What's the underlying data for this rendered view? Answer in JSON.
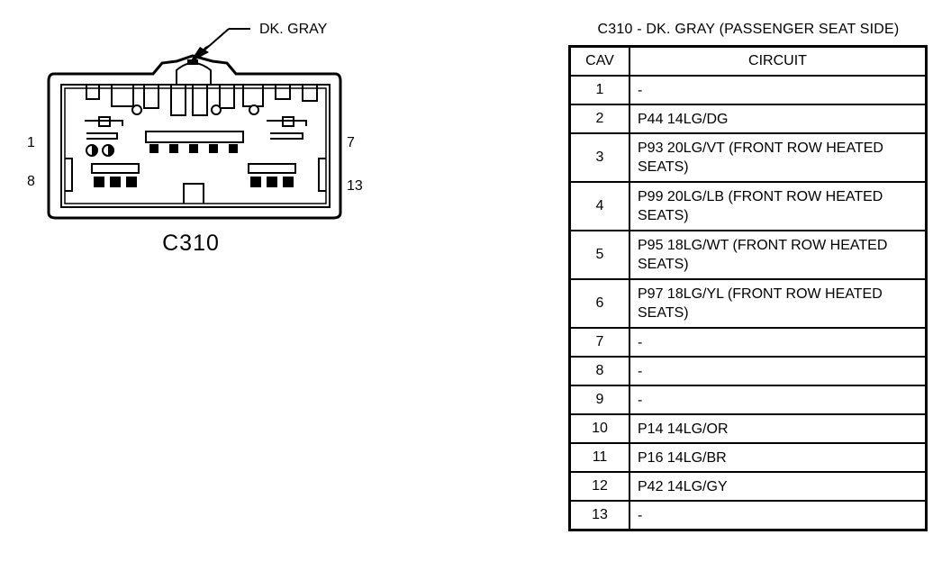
{
  "connector": {
    "label": "C310",
    "color_callout": "DK. GRAY",
    "pin_labels": {
      "top_left": "1",
      "top_right": "7",
      "bottom_left": "8",
      "bottom_right": "13"
    }
  },
  "table": {
    "title": "C310 - DK. GRAY (PASSENGER SEAT SIDE)",
    "headers": {
      "cav": "CAV",
      "circuit": "CIRCUIT"
    },
    "rows": [
      {
        "cav": "1",
        "circuit": "-"
      },
      {
        "cav": "2",
        "circuit": "P44 14LG/DG"
      },
      {
        "cav": "3",
        "circuit": "P93 20LG/VT (FRONT ROW HEATED SEATS)"
      },
      {
        "cav": "4",
        "circuit": "P99 20LG/LB (FRONT ROW HEATED SEATS)"
      },
      {
        "cav": "5",
        "circuit": "P95 18LG/WT (FRONT ROW HEATED SEATS)"
      },
      {
        "cav": "6",
        "circuit": "P97 18LG/YL (FRONT ROW HEATED SEATS)"
      },
      {
        "cav": "7",
        "circuit": "-"
      },
      {
        "cav": "8",
        "circuit": "-"
      },
      {
        "cav": "9",
        "circuit": "-"
      },
      {
        "cav": "10",
        "circuit": "P14 14LG/OR"
      },
      {
        "cav": "11",
        "circuit": "P16 14LG/BR"
      },
      {
        "cav": "12",
        "circuit": "P42 14LG/GY"
      },
      {
        "cav": "13",
        "circuit": "-"
      }
    ]
  }
}
